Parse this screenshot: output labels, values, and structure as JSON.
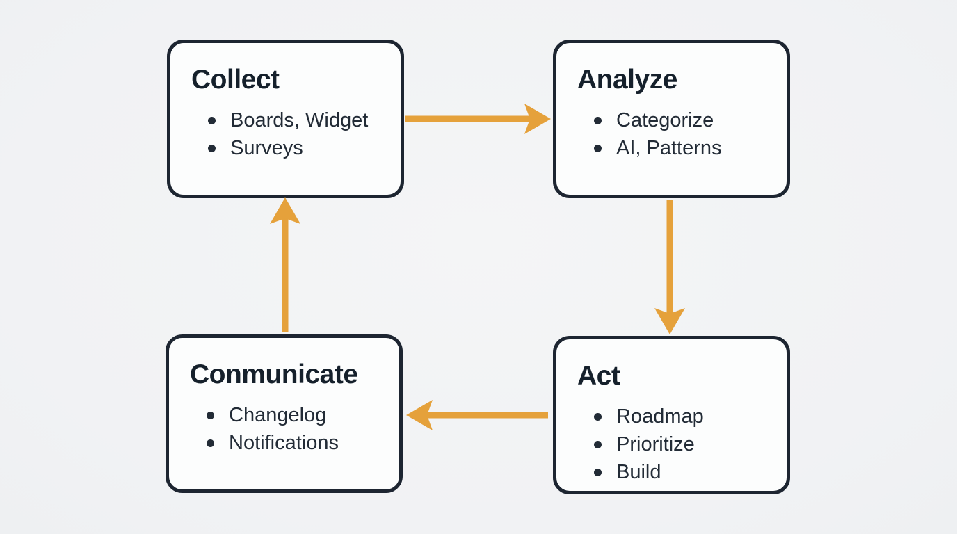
{
  "colors": {
    "background": "#f1f2f4",
    "box_fill": "#fcfdfd",
    "box_border": "#1d2531",
    "arrow": "#e5a13b",
    "title_text": "#15202b",
    "item_text": "#222b36"
  },
  "nodes": [
    {
      "id": "collect",
      "title": "Collect",
      "items": [
        "Boards, Widget",
        "Surveys"
      ]
    },
    {
      "id": "analyze",
      "title": "Analyze",
      "items": [
        "Categorize",
        "AI, Patterns"
      ]
    },
    {
      "id": "act",
      "title": "Act",
      "items": [
        "Roadmap",
        "Prioritize",
        "Build"
      ]
    },
    {
      "id": "communicate",
      "title": "Conmunicate",
      "items": [
        "Changelog",
        "Notifications"
      ]
    }
  ],
  "arrows": [
    {
      "from": "Collect",
      "to": "Analyze",
      "direction": "right"
    },
    {
      "from": "Analyze",
      "to": "Act",
      "direction": "down"
    },
    {
      "from": "Act",
      "to": "Conmunicate",
      "direction": "left"
    },
    {
      "from": "Conmunicate",
      "to": "Collect",
      "direction": "up"
    }
  ]
}
